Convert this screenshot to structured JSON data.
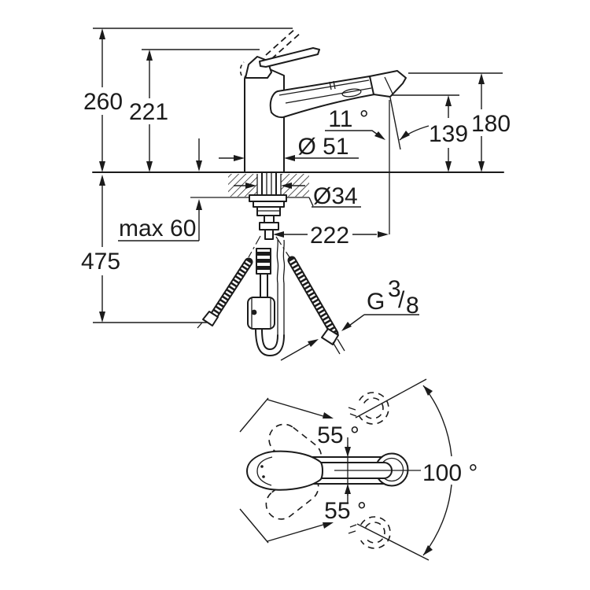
{
  "side_view": {
    "labels": {
      "overall_height": "260",
      "lever_height": "221",
      "spray_angle": "11 °",
      "body_diameter": "Ø 51",
      "outlet_height": "139",
      "spout_height": "180",
      "hole_diameter": "Ø34",
      "max_deck": "max 60",
      "reach": "222",
      "hose_length": "475",
      "thread": {
        "g": "G",
        "sup": "3",
        "slash": "/",
        "sub": "8"
      }
    }
  },
  "plan_view": {
    "labels": {
      "angle_upper": "55 °",
      "angle_lower": "55 °",
      "swivel": "100 °"
    }
  },
  "colors": {
    "line": "#1b1b1b",
    "background": "#ffffff"
  }
}
